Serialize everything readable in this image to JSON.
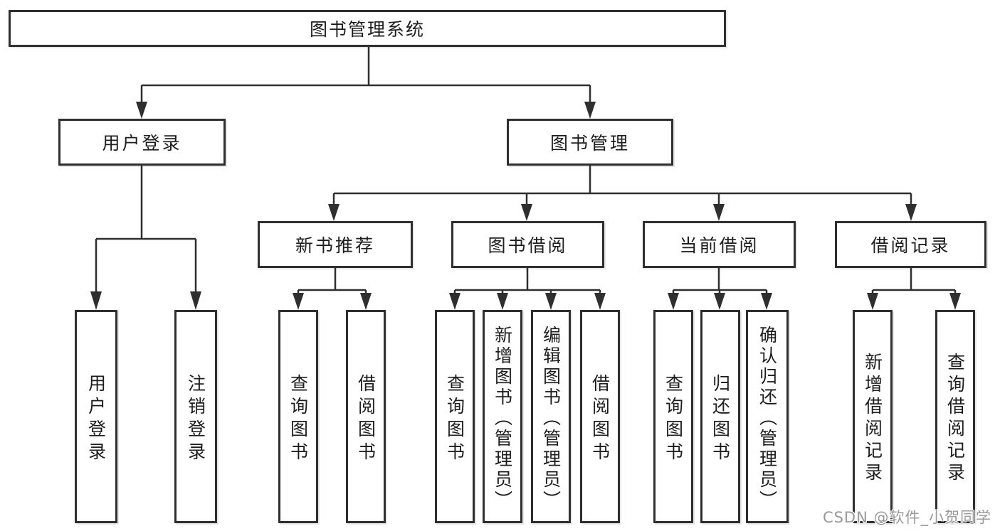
{
  "colors": {
    "background": "#ffffff",
    "line": "#2f2f2f",
    "box_border": "#2f2f2f",
    "text": "#1d1d1d",
    "watermark": "#999999"
  },
  "diagram": {
    "root": {
      "label": "图书管理系统"
    },
    "user_branch": {
      "label": "用户登录",
      "children": [
        {
          "label": "用户登录"
        },
        {
          "label": "注销登录"
        }
      ]
    },
    "mgmt_branch": {
      "label": "图书管理",
      "groups": [
        {
          "label": "新书推荐",
          "children": [
            {
              "label": "查询图书"
            },
            {
              "label": "借阅图书"
            }
          ]
        },
        {
          "label": "图书借阅",
          "children": [
            {
              "label": "查询图书"
            },
            {
              "label": "新增图书（管理员）"
            },
            {
              "label": "编辑图书（管理员）"
            },
            {
              "label": "借阅图书"
            }
          ]
        },
        {
          "label": "当前借阅",
          "children": [
            {
              "label": "查询图书"
            },
            {
              "label": "归还图书"
            },
            {
              "label": "确认归还（管理员）"
            }
          ]
        },
        {
          "label": "借阅记录",
          "children": [
            {
              "label": "新增借阅记录"
            },
            {
              "label": "查询借阅记录"
            }
          ]
        }
      ]
    }
  },
  "watermark": {
    "text": "CSDN @软件_小贺同学"
  }
}
